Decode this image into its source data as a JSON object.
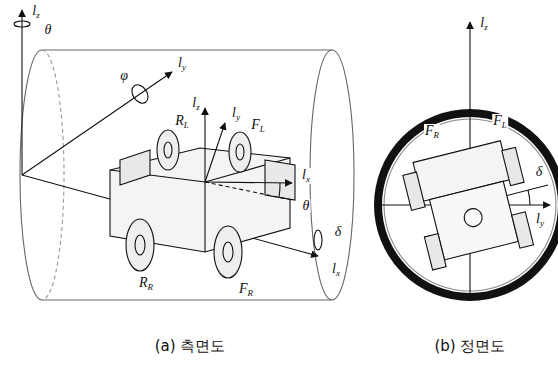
{
  "diagram": {
    "labels": [
      "lz",
      "θ",
      "φ",
      "ly",
      "lz",
      "ly",
      "RL",
      "FL",
      "lx",
      "θ",
      "δ",
      "lx",
      "RR",
      "FR",
      "(a) 측면도",
      "lz",
      "FR",
      "FL",
      "δ",
      "ly",
      "(b) 정면도"
    ]
  }
}
